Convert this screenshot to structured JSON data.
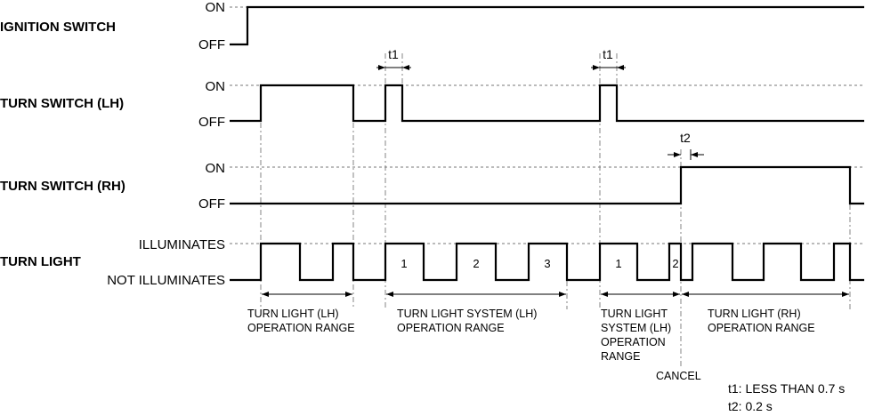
{
  "signals": {
    "ignition": {
      "name": "IGNITION SWITCH",
      "high": "ON",
      "low": "OFF"
    },
    "turn_lh": {
      "name": "TURN SWITCH (LH)",
      "high": "ON",
      "low": "OFF"
    },
    "turn_rh": {
      "name": "TURN SWITCH (RH)",
      "high": "ON",
      "low": "OFF"
    },
    "turn_light": {
      "name": "TURN LIGHT",
      "high": "ILLUMINATES",
      "low": "NOT ILLUMINATES"
    }
  },
  "time_labels": {
    "t1_a": "t1",
    "t1_b": "t1",
    "t2": "t2"
  },
  "flash_counts": [
    "1",
    "2",
    "3",
    "1",
    "2"
  ],
  "ranges": {
    "r1": [
      "TURN LIGHT (LH)",
      "OPERATION RANGE"
    ],
    "r2": [
      "TURN LIGHT SYSTEM (LH)",
      "OPERATION RANGE"
    ],
    "r3": [
      "TURN LIGHT",
      "SYSTEM (LH)",
      "OPERATION",
      "RANGE"
    ],
    "r4": [
      "TURN LIGHT (RH)",
      "OPERATION RANGE"
    ]
  },
  "cancel": "CANCEL",
  "legend": [
    "t1: LESS THAN 0.7 s",
    "t2: 0.2 s"
  ],
  "colors": {
    "line": "#000000",
    "reference": "#777777",
    "background": "#ffffff"
  }
}
